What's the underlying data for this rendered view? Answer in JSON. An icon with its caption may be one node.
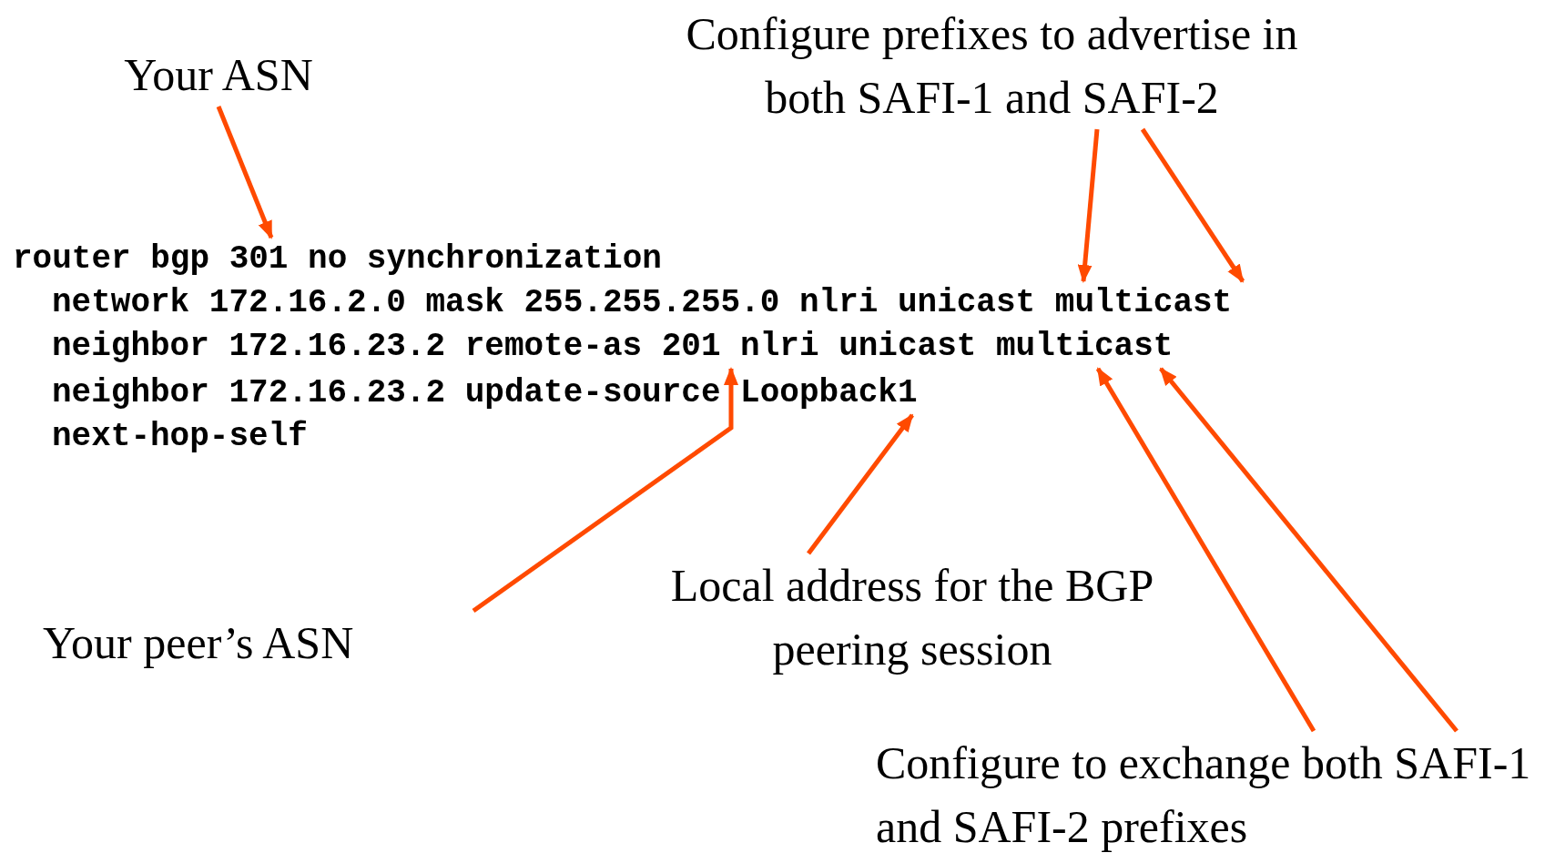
{
  "diagram": {
    "nodes": [
      {
        "text": [
          "Your ASN"
        ]
      },
      {
        "text": [
          "Configure prefixes to advertise in both SAFI-1 and SAFI-2"
        ]
      },
      {
        "text": [
          "router bgp 301 no synchronization"
        ]
      },
      {
        "text": [
          "network 172.16.2.0 mask 255.255.255.0 nlri unicast multicast"
        ]
      },
      {
        "text": [
          "neighbor 172.16.23.2 remote-as 201 nlri unicast multicast"
        ]
      },
      {
        "text": [
          "neighbor 172.16.23.2 update-source Loopback1"
        ]
      },
      {
        "text": [
          "next-hop-self"
        ]
      },
      {
        "text": [
          "Your peer’s ASN"
        ]
      },
      {
        "text": [
          "Local address for the BGP peering session"
        ]
      },
      {
        "text": [
          "Configure to exchange both SAFI-1 and SAFI-2 prefixes"
        ]
      }
    ],
    "edges": [
      {
        "from": 0,
        "to": 2,
        "arrow": "to"
      },
      {
        "from": 1,
        "to": 3,
        "arrow": "to"
      },
      {
        "from": 1,
        "to": 3,
        "arrow": "to"
      },
      {
        "from": 7,
        "to": 4,
        "arrow": "to"
      },
      {
        "from": 8,
        "to": 5,
        "arrow": "to"
      },
      {
        "from": 9,
        "to": 4,
        "arrow": "to"
      },
      {
        "from": 9,
        "to": 4,
        "arrow": "to"
      }
    ]
  }
}
